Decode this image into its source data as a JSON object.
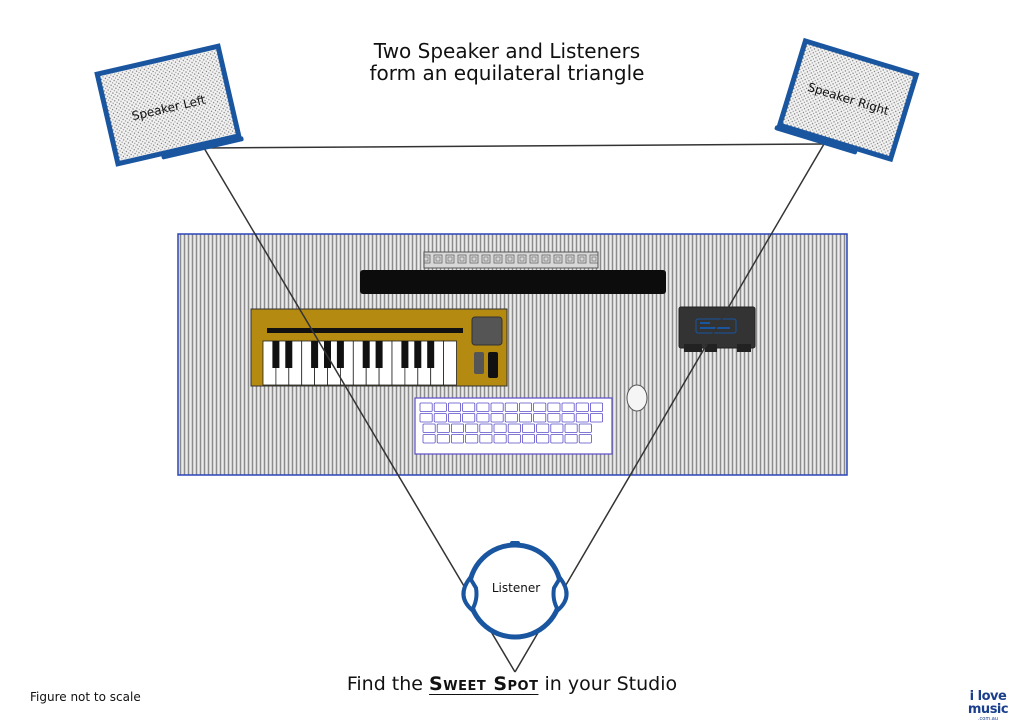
{
  "title": {
    "line1": "Two Speaker and Listeners",
    "line2": "form an equilateral triangle"
  },
  "speakers": {
    "left_label": "Speaker Left",
    "right_label": "Speaker Right"
  },
  "listener": {
    "label": "Listener"
  },
  "footer": {
    "prefix": "Find the ",
    "highlight": "Sweet Spot",
    "suffix": " in your Studio",
    "note": "Figure not to scale"
  },
  "logo": {
    "line1": "i love",
    "line2": "music",
    "line3": ".com.au"
  },
  "colors": {
    "accent": "#1a56a0",
    "desk_fill": "#c8c8c8",
    "keyboard_body": "#b58a10",
    "line": "#333333"
  }
}
